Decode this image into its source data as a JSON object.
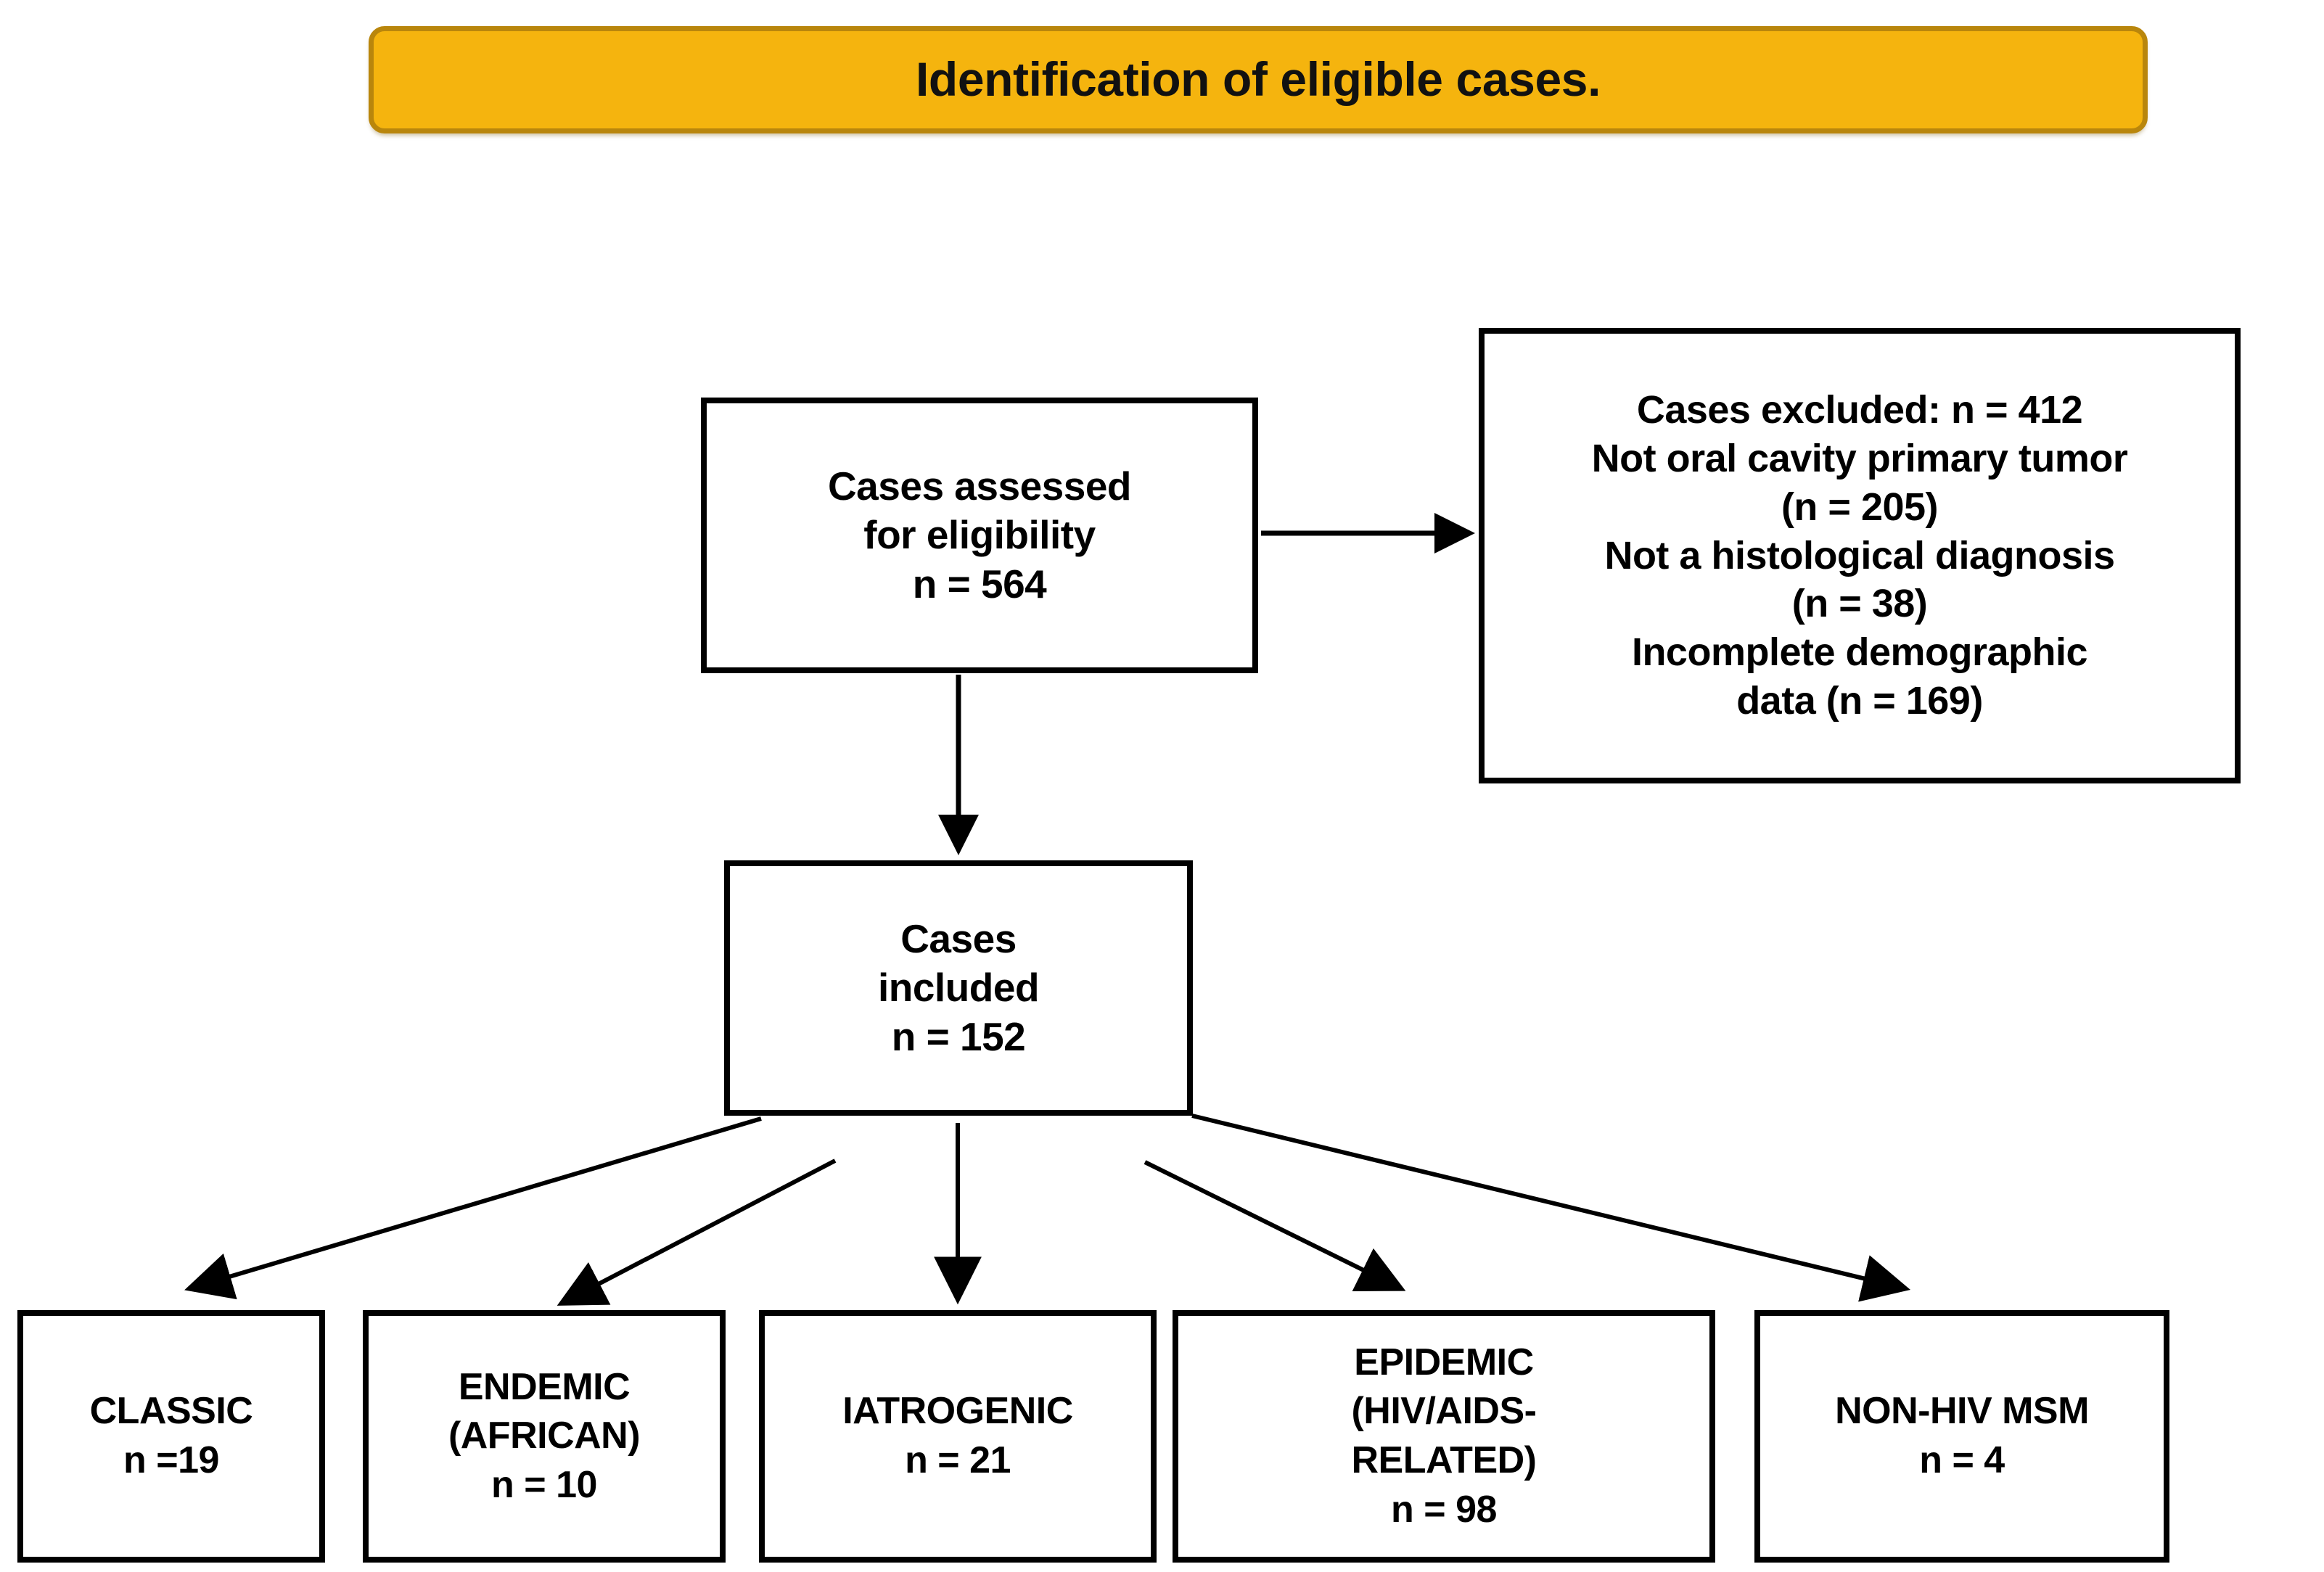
{
  "banner": {
    "title": "Identification of eligible cases.",
    "background_color": "#F5B40E",
    "border_color": "#B9860C"
  },
  "diagram": {
    "type": "flowchart",
    "orientation": "top-down",
    "line_color": "#000000",
    "box_fill": "#FFFFFF",
    "box_border_color": "#000000",
    "nodes": {
      "assessed": {
        "label": "Cases assessed\nfor eligibility\nn = 564",
        "line1": "Cases assessed",
        "line2": "for eligibility",
        "count_label": "n = 564",
        "count": 564
      },
      "excluded": {
        "label": "Cases excluded: n = 412\nNot oral cavity primary tumor\n(n = 205)\nNot a histological diagnosis\n(n = 38)\nIncomplete demographic\ndata (n = 169)",
        "heading": "Cases excluded: n = 412",
        "total": 412,
        "reasons": [
          {
            "reason": "Not oral cavity primary tumor",
            "count_label": "(n = 205)",
            "count": 205
          },
          {
            "reason": "Not a histological diagnosis",
            "count_label": "(n = 38)",
            "count": 38
          },
          {
            "reason": "Incomplete demographic data",
            "count_label": "(n = 169)",
            "count": 169
          }
        ]
      },
      "included": {
        "label": "Cases\nincluded\nn = 152",
        "line1": "Cases",
        "line2": "included",
        "count_label": "n = 152",
        "count": 152
      }
    },
    "subgroups": [
      {
        "id": "classic",
        "label": "CLASSIC\nn =19",
        "name": "CLASSIC",
        "count_label": "n =19",
        "count": 19
      },
      {
        "id": "endemic",
        "label": "ENDEMIC\n(AFRICAN)\nn = 10",
        "name": "ENDEMIC (AFRICAN)",
        "count_label": "n = 10",
        "count": 10
      },
      {
        "id": "iatro",
        "label": "IATROGENIC\nn = 21",
        "name": "IATROGENIC",
        "count_label": "n = 21",
        "count": 21
      },
      {
        "id": "epidemic",
        "label": "EPIDEMIC\n(HIV/AIDS-\nRELATED)\nn = 98",
        "name": "EPIDEMIC (HIV/AIDS-RELATED)",
        "count_label": "n = 98",
        "count": 98
      },
      {
        "id": "nonhiv",
        "label": "NON-HIV MSM\nn = 4",
        "name": "NON-HIV MSM",
        "count_label": "n = 4",
        "count": 4
      }
    ],
    "edges": [
      {
        "from": "assessed",
        "to": "excluded",
        "style": "solid-arrow",
        "direction": "right"
      },
      {
        "from": "assessed",
        "to": "included",
        "style": "solid-arrow",
        "direction": "down"
      },
      {
        "from": "included",
        "to": "classic",
        "style": "solid-arrow",
        "direction": "down-left"
      },
      {
        "from": "included",
        "to": "endemic",
        "style": "solid-arrow",
        "direction": "down-left"
      },
      {
        "from": "included",
        "to": "iatro",
        "style": "solid-arrow",
        "direction": "down"
      },
      {
        "from": "included",
        "to": "epidemic",
        "style": "solid-arrow",
        "direction": "down-right"
      },
      {
        "from": "included",
        "to": "nonhiv",
        "style": "solid-arrow",
        "direction": "down-right"
      }
    ]
  }
}
